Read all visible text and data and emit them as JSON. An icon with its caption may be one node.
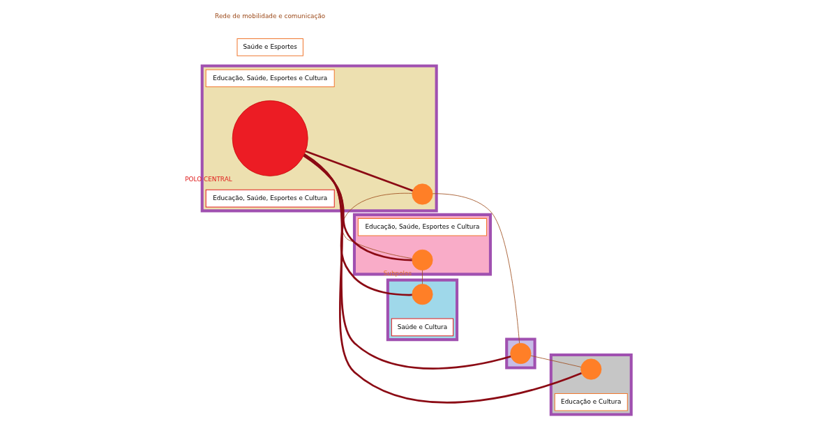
{
  "diagram": {
    "nodes": [
      {
        "text": [],
        "shape": "polygon"
      },
      {
        "text": [
          "Educação, Saúde, Esportes e Cultura"
        ],
        "in": 0
      },
      {
        "text": [],
        "shape": "circle",
        "in": 0,
        "beside": [
          "Subpolos"
        ]
      },
      {
        "text": [],
        "shape": "polygon"
      },
      {
        "text": [],
        "shape": "circle",
        "in": 3
      },
      {
        "text": [
          "Saúde e Cultura"
        ],
        "in": 3
      },
      {
        "text": [],
        "shape": "polygon"
      },
      {
        "text": [
          "Educação, Saúde, Esportes e Cultura"
        ],
        "in": 6
      },
      {
        "text": [],
        "shape": "circle",
        "in": 6
      },
      {
        "text": [],
        "shape": "circle",
        "in": 6,
        "beside": [
          "POLO CENTRAL"
        ]
      },
      {
        "text": [
          "Educação, Saúde, Esportes e Cultura"
        ],
        "in": 6
      },
      {
        "text": [],
        "shape": "polygon"
      },
      {
        "text": [
          "Saúde e Esportes"
        ]
      },
      {
        "text": [],
        "shape": "circle",
        "in": 11
      },
      {
        "text": [],
        "shape": "polygon"
      },
      {
        "text": [],
        "shape": "circle",
        "in": 14
      },
      {
        "text": [
          "Educação e Cultura"
        ],
        "in": 14
      }
    ],
    "edges": [
      {
        "from": 9,
        "to": 2,
        "arrow": "none"
      },
      {
        "from": 9,
        "to": 4,
        "arrow": "none"
      },
      {
        "from": 9,
        "to": 8,
        "arrow": "none"
      },
      {
        "from": 9,
        "to": 13,
        "arrow": "none"
      },
      {
        "from": 9,
        "to": 15,
        "arrow": "none"
      },
      {
        "from": 4,
        "to": 2,
        "arrow": "none",
        "color": "#9c4a1a"
      },
      {
        "from": 2,
        "to": 8,
        "arrow": "none",
        "color": "#9c4a1a"
      },
      {
        "from": 8,
        "to": 13,
        "arrow": "none",
        "color": "#9c4a1a"
      },
      {
        "from": 13,
        "to": 15,
        "arrow": "none",
        "color": "#9c4a1a"
      }
    ],
    "labels": [
      "Rede de mobilidade e comunicação"
    ]
  }
}
